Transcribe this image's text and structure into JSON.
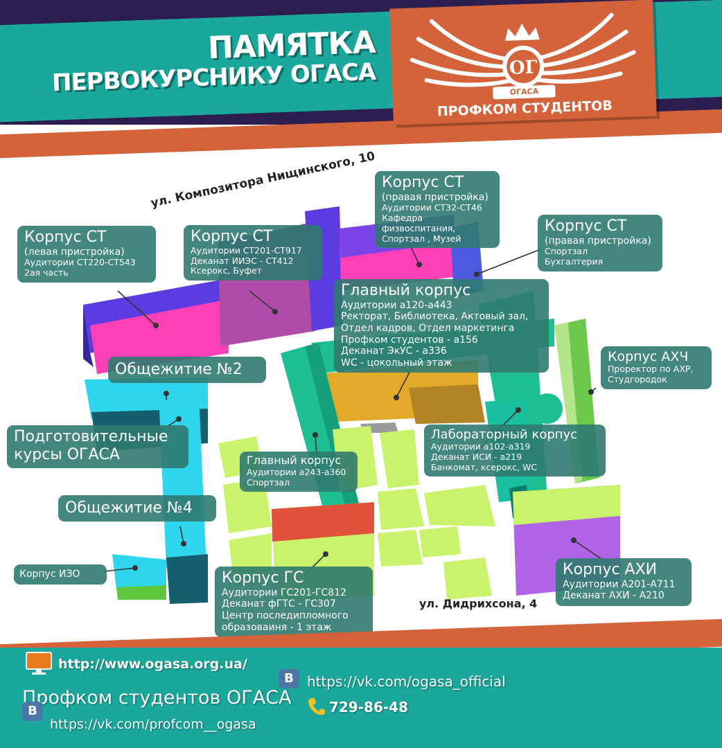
{
  "header": {
    "title_line1": "ПАМЯТКА",
    "title_line2": "ПЕРВОКУРСНИКУ ОГАСА",
    "logo_monogram": "OГ",
    "logo_tag": "ОГАСА",
    "logo_caption": "ПРОФКОМ СТУДЕНТОВ"
  },
  "streets": {
    "top": "ул. Композитора Нищинского, 10",
    "bottom": "ул. Дидрихсона, 4"
  },
  "labels": {
    "st_left": {
      "title": "Корпус СТ",
      "sub": "(левая пристройка)",
      "lines": [
        "Аудитории СТ220-СТ543",
        "2ая часть"
      ]
    },
    "st_mid": {
      "title": "Корпус СТ",
      "lines": [
        "Аудитории СТ201-СТ917",
        "Деканат ИИЭС - СТ412",
        "Ксерокс, Буфет"
      ]
    },
    "st_right1": {
      "title": "Корпус СТ",
      "sub": "(правая пристройка)",
      "lines": [
        "Аудитории СТ32-СТ46",
        "Кафедра физвоспитания,",
        "Спортзал , Музей"
      ]
    },
    "st_right2": {
      "title": "Корпус СТ",
      "sub": "(правая пристройка)",
      "lines": [
        "Спортзал",
        "Бухгалтерия"
      ]
    },
    "main": {
      "title": "Главный корпус",
      "lines": [
        "Аудитории а120-а443",
        "Ректорат, Библиотека, Актовый зал,",
        "Отдел кадров, Отдел маркетинга",
        "Профком студентов - а156",
        "Деканат ЭкУС -  а336",
        "WC - цокольный этаж"
      ]
    },
    "dorm2": {
      "title": "Общежитие №2"
    },
    "ahch": {
      "title": "Корпус АХЧ",
      "lines": [
        "Проректор по АХР,",
        "Студгородок"
      ]
    },
    "prep": {
      "title_line1": "Подготовительные",
      "title_line2": "курсы ОГАСА"
    },
    "lab": {
      "title": "Лабораторный корпус",
      "lines": [
        "Аудитории а102-а319",
        "Деканат ИСИ - а219",
        "Банкомат, ксерокс, WC"
      ]
    },
    "main2": {
      "title": "Главный корпус",
      "lines": [
        "Аудитории а243-а360",
        "Спортзал"
      ]
    },
    "dorm4": {
      "title": "Общежитие №4"
    },
    "izo": {
      "title": "Корпус ИЗО"
    },
    "gs": {
      "title": "Корпус ГС",
      "lines": [
        "Аудитории ГС201-ГС812",
        "Деканат фГТС - ГС307",
        "Центр последипломного",
        "образоваиня - 1 этаж"
      ]
    },
    "ahi": {
      "title": "Корпус АХИ",
      "lines": [
        "Аудитории А201-А711",
        "Деканат АХИ -  А210"
      ]
    }
  },
  "footer": {
    "site": "http://www.ogasa.org.ua/",
    "org": "Профком студентов ОГАСА",
    "vk_profcom": "https://vk.com/profcom__ogasa",
    "vk_official": "https://vk.com/ogasa_official",
    "phone": "729-86-48",
    "vk_badge": "B"
  },
  "icons": [
    "monitor-icon",
    "vk-icon",
    "phone-icon",
    "wings-icon",
    "crown-icon"
  ],
  "colors": {
    "navy": "#2c1f4f",
    "teal": "#1aa79c",
    "orange": "#d4623a",
    "label_bg": "#2f7a70",
    "pink": "#ff3fb6",
    "violet": "#5a3ce0",
    "purple": "#b04ca8",
    "cyan": "#2fd6ee",
    "lime": "#c9f36a",
    "green": "#6cc84a",
    "emerald": "#1dbf92",
    "gold": "#e3a92a",
    "lavender": "#b063e4",
    "red": "#e0533a"
  }
}
